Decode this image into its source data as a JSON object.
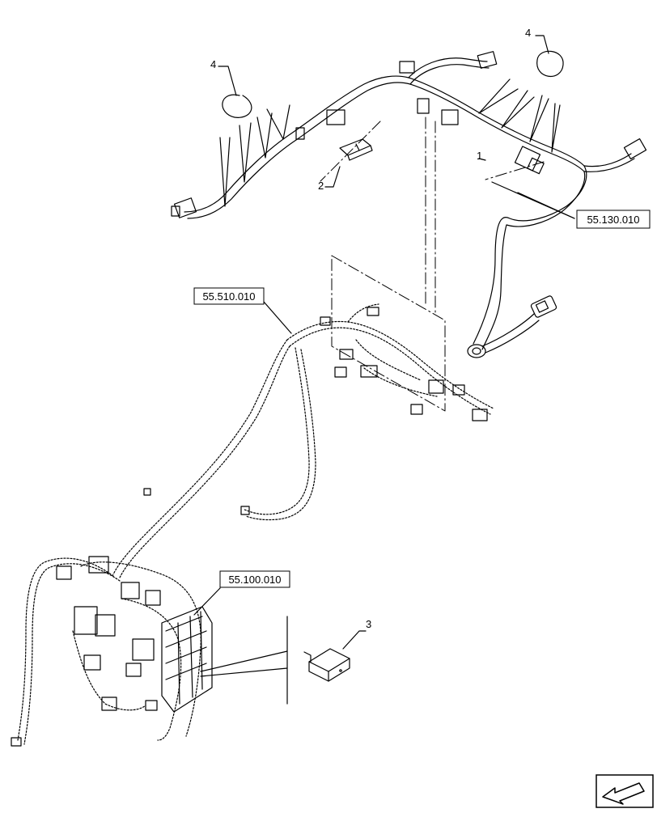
{
  "diagram": {
    "callouts": [
      {
        "id": "1",
        "label": "1"
      },
      {
        "id": "2",
        "label": "2"
      },
      {
        "id": "3",
        "label": "3"
      },
      {
        "id": "4a",
        "label": "4"
      },
      {
        "id": "4b",
        "label": "4"
      }
    ],
    "references": [
      {
        "id": "ref-130",
        "label": "55.130.010"
      },
      {
        "id": "ref-510",
        "label": "55.510.010"
      },
      {
        "id": "ref-100",
        "label": "55.100.010"
      }
    ],
    "nav_icon": "arrow-left-down-icon"
  }
}
